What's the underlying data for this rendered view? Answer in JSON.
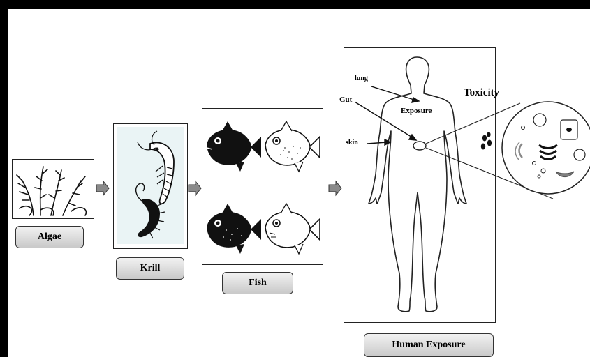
{
  "stages": {
    "algae": "Algae",
    "krill": "Krill",
    "fish": "Fish",
    "human": "Human Exposure"
  },
  "body_labels": {
    "lung": "lung",
    "gut": "Gut",
    "skin": "skin",
    "exposure": "Exposure"
  },
  "toxicity": "Toxicity",
  "icons": {
    "algae": "seaweed-icon",
    "krill": "shrimp-icon",
    "fish": "pufferfish-icon",
    "human": "human-silhouette-icon",
    "cell": "cell-magnified-icon",
    "arrow": "block-arrow-icon"
  },
  "colors": {
    "frame": "#000000",
    "label_top": "#f2f2f2",
    "label_bottom": "#c9c9c9",
    "krill_bg": "#eaf4f5",
    "cell_part": "#808080"
  }
}
